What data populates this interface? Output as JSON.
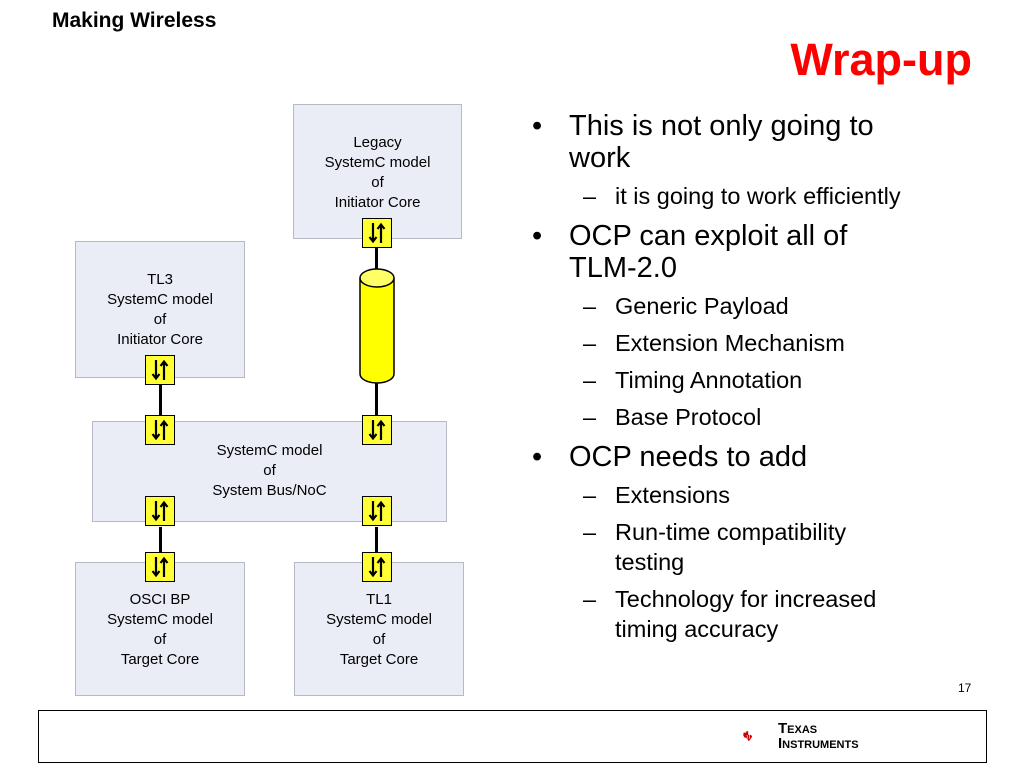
{
  "header": {
    "brand": "Making Wireless",
    "title": "Wrap-up"
  },
  "diagram": {
    "legacy_initiator": [
      "Legacy",
      "SystemC model",
      "of",
      "Initiator Core"
    ],
    "tl3_initiator": [
      "TL3",
      "SystemC model",
      "of",
      "Initiator Core"
    ],
    "system_bus": [
      "SystemC model",
      "of",
      "System Bus/NoC"
    ],
    "osci_target": [
      "OSCI BP",
      "SystemC model",
      "of",
      "Target Core"
    ],
    "tl1_target": [
      "TL1",
      "SystemC model",
      "of",
      "Target Core"
    ]
  },
  "bullets": [
    {
      "text": "This is not only going to work",
      "lines": [
        "This is not only going to",
        "work"
      ],
      "sub": [
        "it is going to work efficiently"
      ]
    },
    {
      "text": "OCP can exploit all of TLM-2.0",
      "lines": [
        "OCP can exploit all of",
        "TLM-2.0"
      ],
      "sub": [
        "Generic Payload",
        "Extension Mechanism",
        "Timing Annotation",
        "Base Protocol"
      ]
    },
    {
      "text": "OCP needs to add",
      "lines": [
        "OCP needs to add"
      ],
      "sub": [
        "Extensions",
        "Run-time compatibility testing",
        "Technology for increased timing accuracy"
      ]
    }
  ],
  "sub_lines": {
    "run_time": [
      "Run-time compatibility",
      "testing"
    ],
    "technology": [
      "Technology for increased",
      "timing accuracy"
    ]
  },
  "bullet_glyph": "•",
  "dash_glyph": "–",
  "page_number": "17",
  "footer": {
    "logo_texas": "Texas",
    "logo_instruments": "Instruments",
    "logo_icon": "texas-state-icon"
  },
  "colors": {
    "title": "#ff0000",
    "box_fill": "#eaecf6",
    "port_fill": "#ffff33"
  }
}
